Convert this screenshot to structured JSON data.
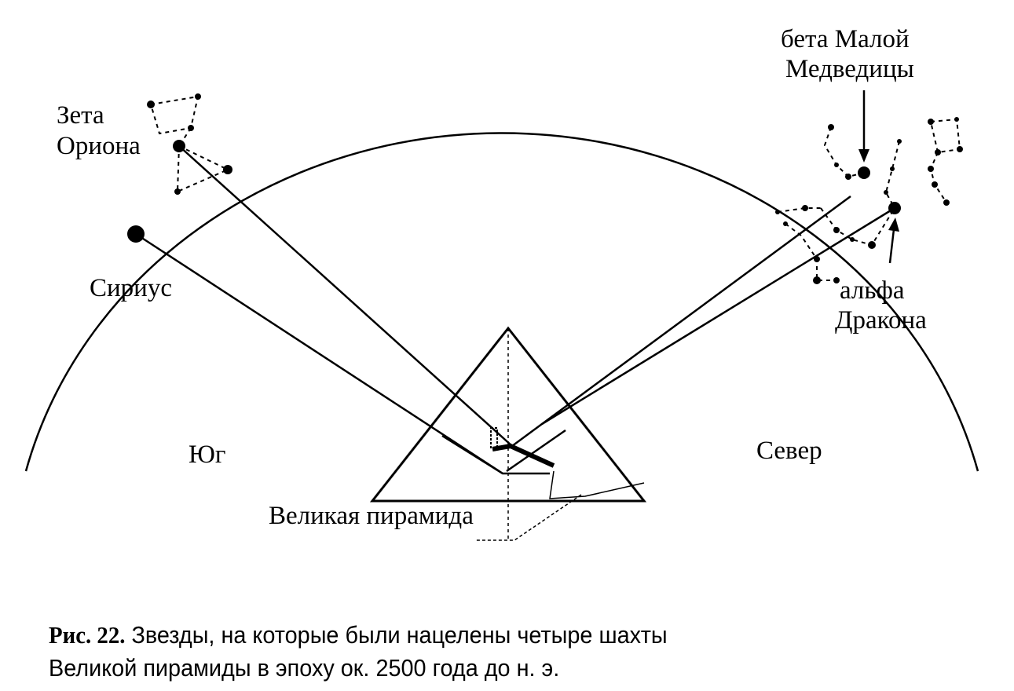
{
  "labels": {
    "zeta_orionis": [
      "Зета",
      "Ориона"
    ],
    "sirius": "Сириус",
    "beta_ursa_minor": [
      "бета Малой",
      "Медведицы"
    ],
    "alpha_draconis": [
      "альфа",
      "Дракона"
    ],
    "south": "Юг",
    "north": "Север",
    "great_pyramid": "Великая пирамида"
  },
  "caption": {
    "figure_number": "Рис. 22.",
    "line1": "Звезды, на которые были нацелены четыре шахты",
    "line2": "Великой пирамиды в эпоху ок. 2500 года до н. э."
  },
  "colors": {
    "ink": "#000000",
    "paper": "#ffffff"
  }
}
